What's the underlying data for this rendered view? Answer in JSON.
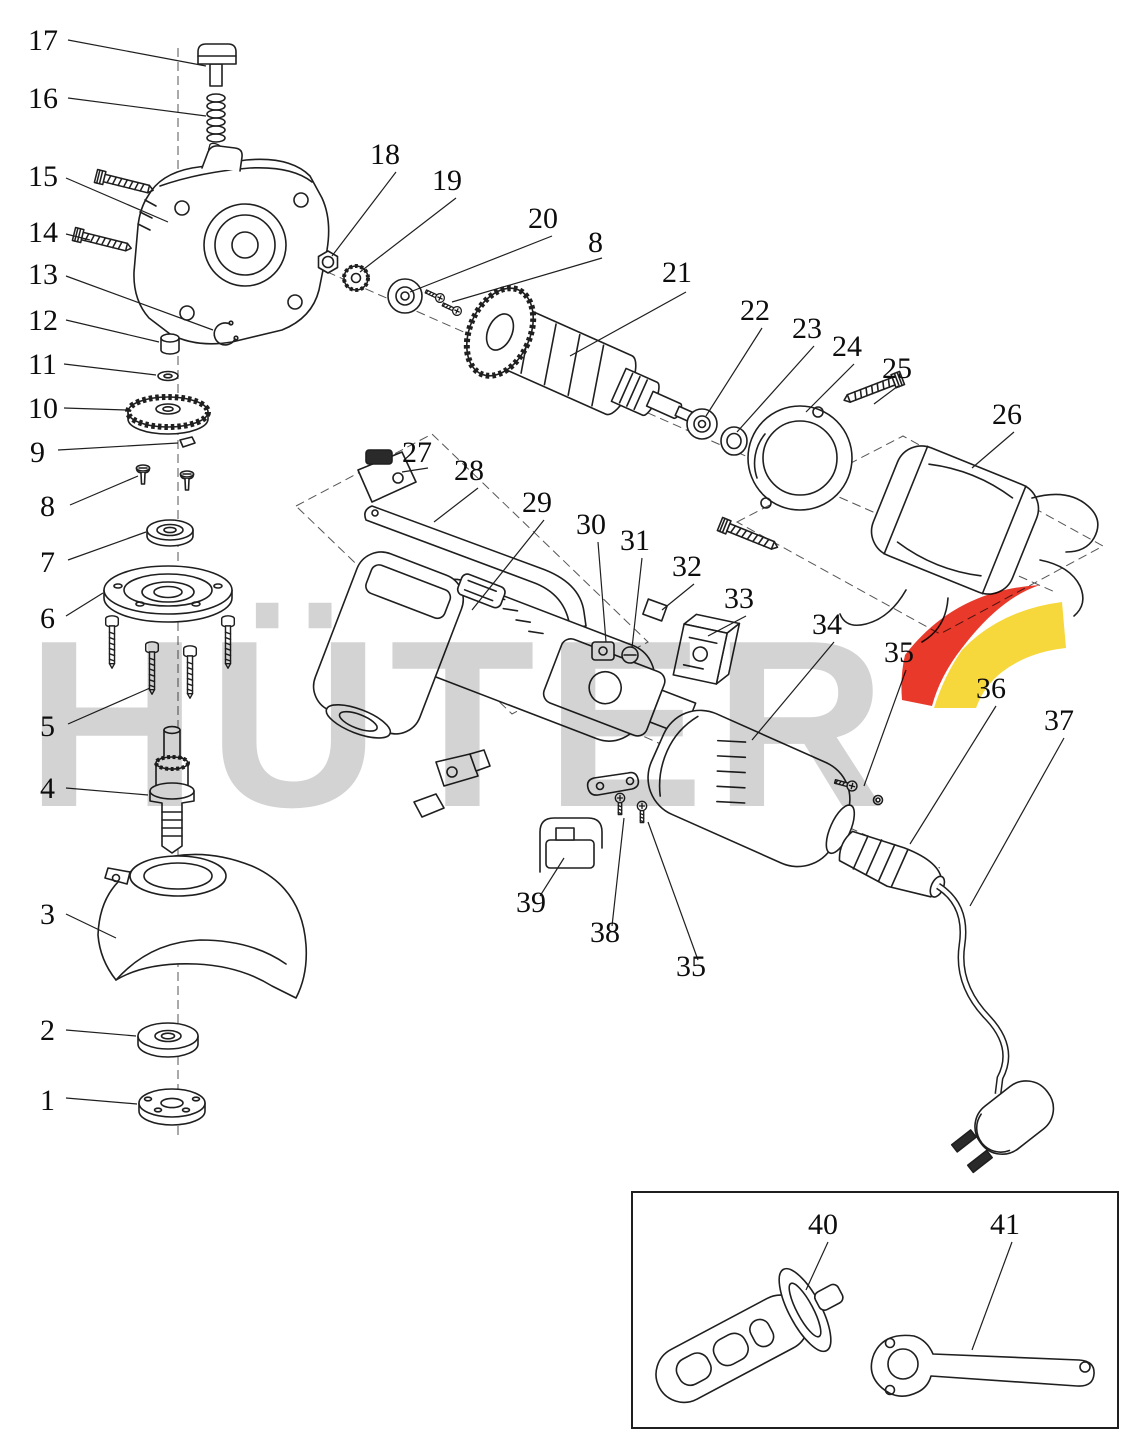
{
  "watermark": {
    "text": "HÜTER"
  },
  "brand": {
    "red": "#e8392b",
    "yellow": "#f6d73c",
    "gray": "#d3d3d3"
  },
  "part_labels": [
    "17",
    "16",
    "15",
    "14",
    "13",
    "12",
    "11",
    "10",
    "9",
    "8",
    "7",
    "6",
    "5",
    "4",
    "3",
    "2",
    "1",
    "18",
    "19",
    "20",
    "8",
    "21",
    "22",
    "23",
    "24",
    "25",
    "26",
    "27",
    "28",
    "29",
    "30",
    "31",
    "32",
    "33",
    "34",
    "35",
    "36",
    "37",
    "39",
    "38",
    "35",
    "40",
    "41"
  ]
}
